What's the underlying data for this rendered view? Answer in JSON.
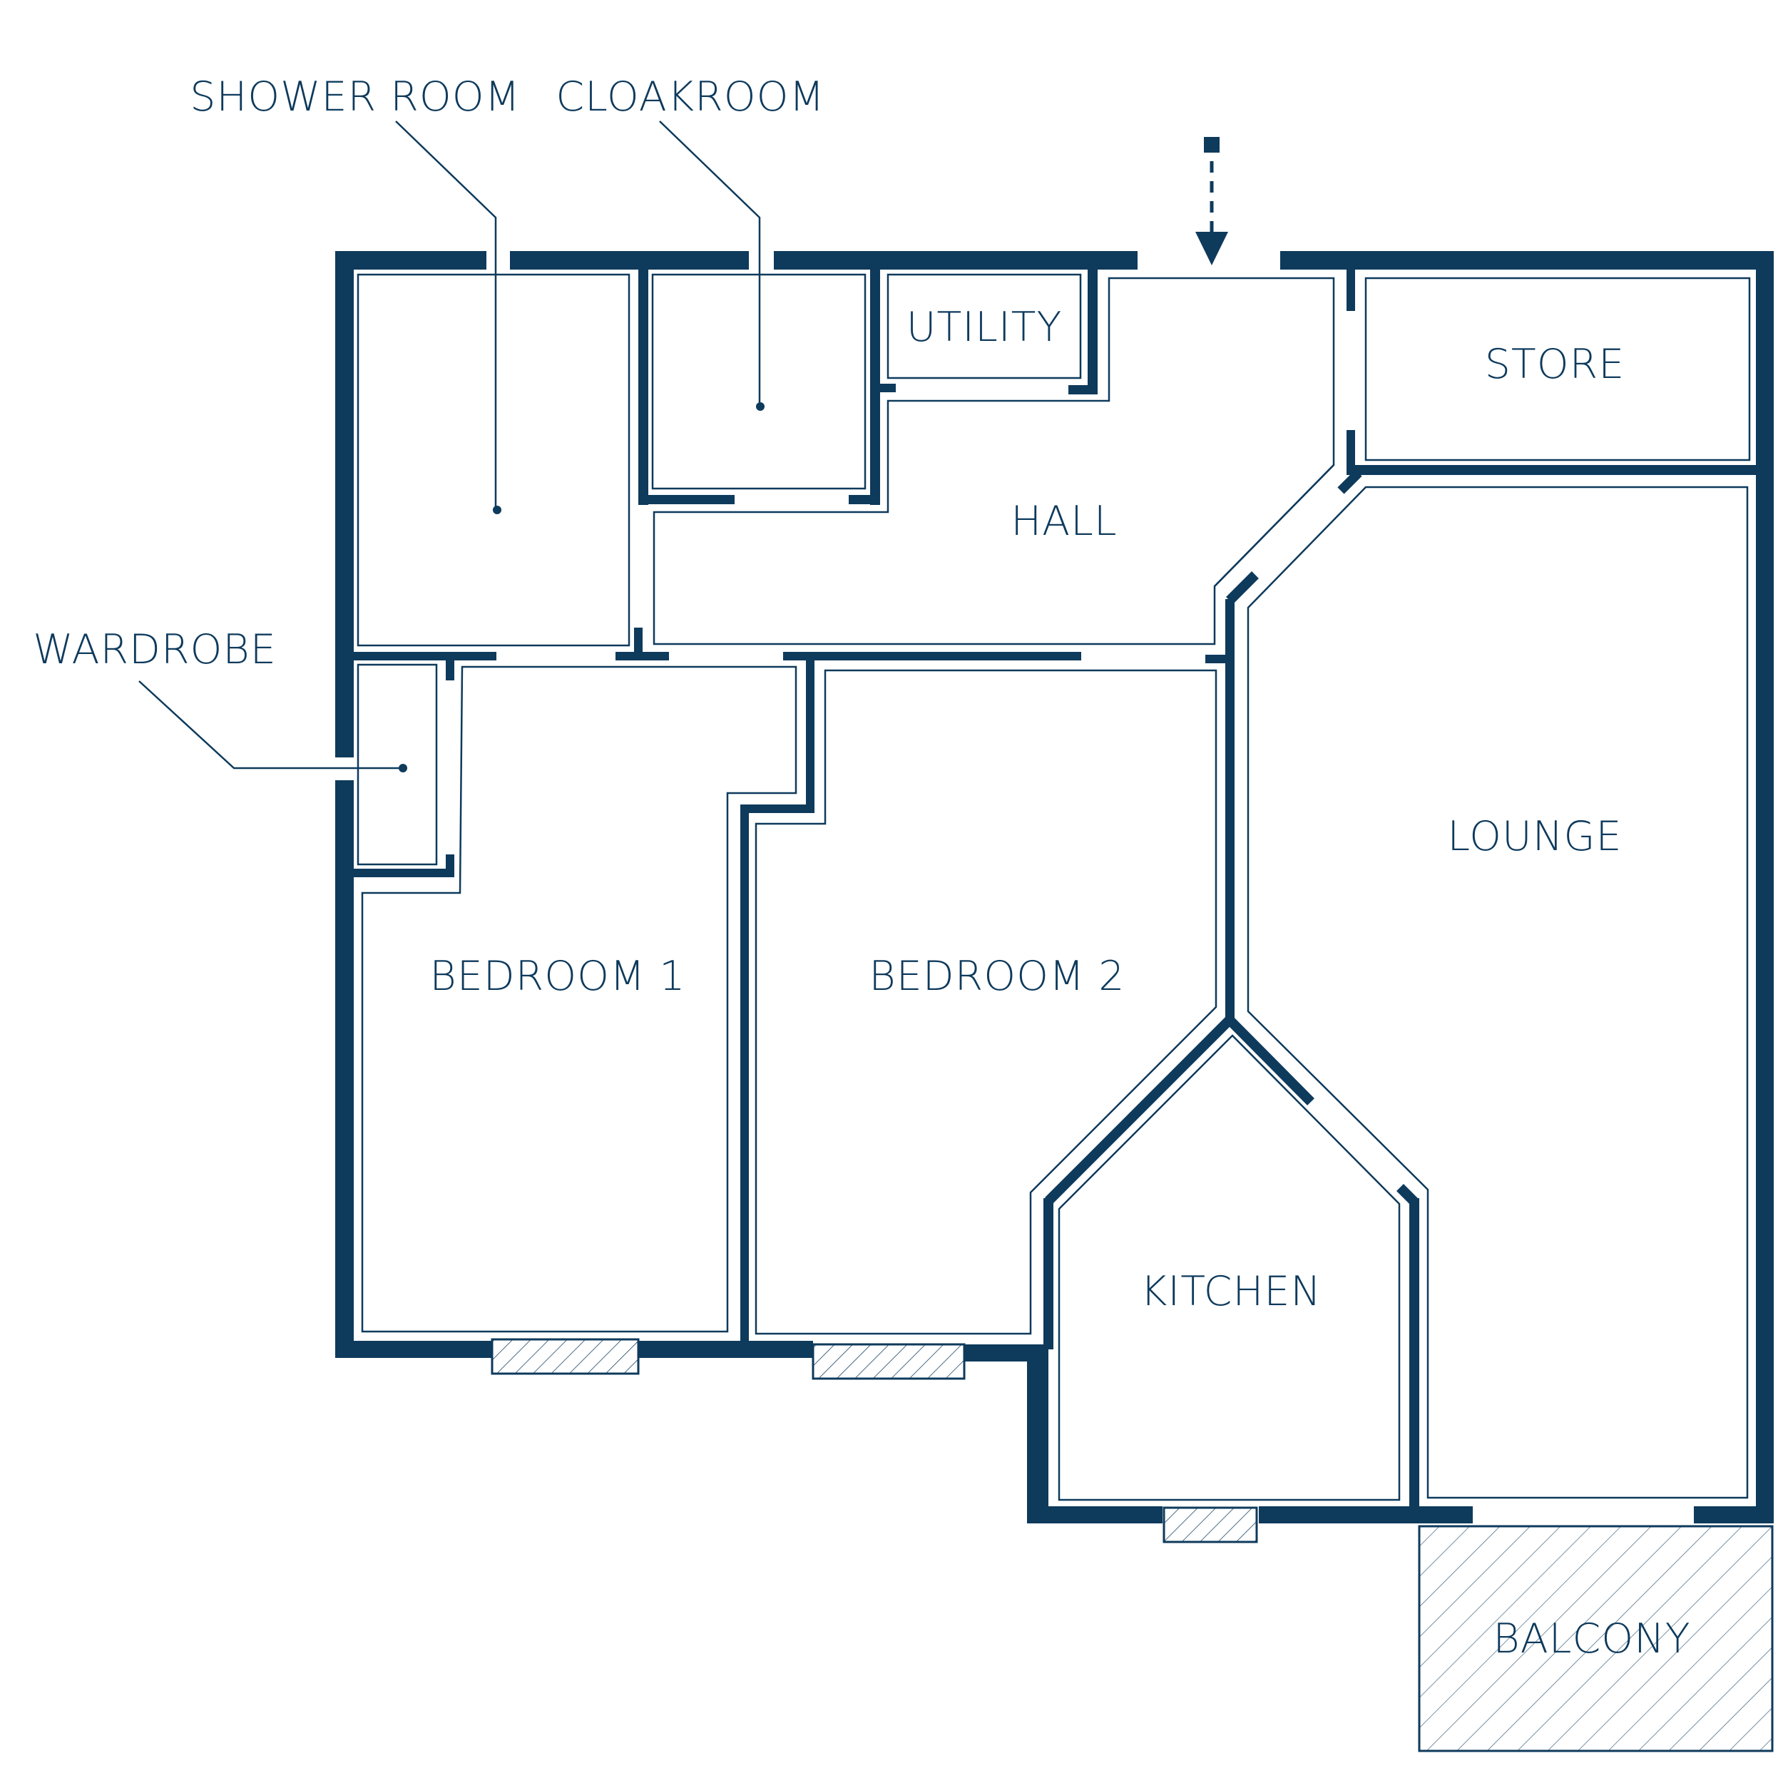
{
  "colors": {
    "wall": "#0e3a5c",
    "line": "#0e3a5c",
    "background": "#ffffff"
  },
  "rooms": {
    "shower_room": "SHOWER ROOM",
    "cloakroom": "CLOAKROOM",
    "utility": "UTILITY",
    "store": "STORE",
    "hall": "HALL",
    "wardrobe": "WARDROBE",
    "lounge": "LOUNGE",
    "bedroom_1": "BEDROOM 1",
    "bedroom_2": "BEDROOM 2",
    "kitchen": "KITCHEN",
    "balcony": "BALCONY"
  },
  "icons": {
    "entrance": "entrance-arrow-icon"
  }
}
